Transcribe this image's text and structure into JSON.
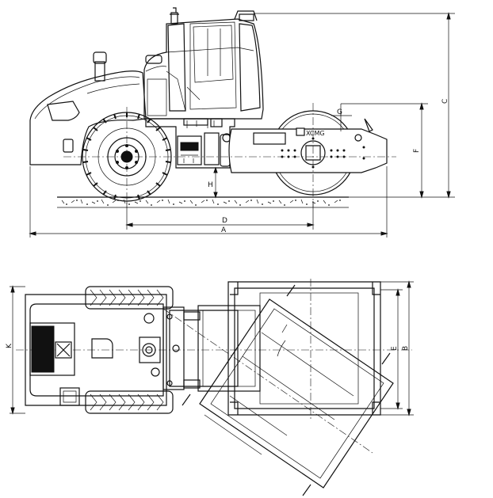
{
  "dimension_labels": {
    "A": "A",
    "B": "B",
    "C": "C",
    "D": "D",
    "E": "E",
    "F": "F",
    "G": "G",
    "H": "H",
    "K": "K"
  },
  "drum_brand": "XCMG"
}
